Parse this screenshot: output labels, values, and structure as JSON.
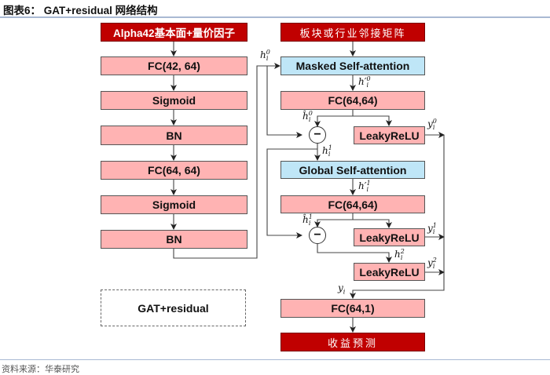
{
  "header": {
    "title": "图表6：  GAT+residual 网络结构"
  },
  "footer": {
    "source": "资料来源：华泰研究"
  },
  "left_column": {
    "input": "Alpha42基本面+量价因子",
    "layers": [
      "FC(42, 64)",
      "Sigmoid",
      "BN",
      "FC(64, 64)",
      "Sigmoid",
      "BN"
    ],
    "legend": "GAT+residual"
  },
  "right_column": {
    "input": "板块或行业邻接矩阵",
    "masked_attention": "Masked Self-attention",
    "fc1": "FC(64,64)",
    "leaky1": "LeakyReLU",
    "global_attention": "Global Self-attention",
    "fc2": "FC(64,64)",
    "leaky2": "LeakyReLU",
    "leaky3": "LeakyReLU",
    "fc_out": "FC(64,1)",
    "output": "收益预测",
    "minus_symbol": "−"
  },
  "labels": {
    "h0": {
      "base": "h",
      "sup": "0",
      "sub": "i"
    },
    "hp0": {
      "base": "h′",
      "sup": "0",
      "sub": "i"
    },
    "hhat0": {
      "base": "ĥ",
      "sup": "0",
      "sub": "i"
    },
    "y0": {
      "base": "y",
      "sup": "0",
      "sub": "i"
    },
    "h1": {
      "base": "h",
      "sup": "1",
      "sub": "i"
    },
    "hp1": {
      "base": "h′",
      "sup": "1",
      "sub": "i"
    },
    "hhat1": {
      "base": "ĥ",
      "sup": "1",
      "sub": "i"
    },
    "y1": {
      "base": "y",
      "sup": "1",
      "sub": "i"
    },
    "h2": {
      "base": "h",
      "sup": "2",
      "sub": "i"
    },
    "y2": {
      "base": "y",
      "sup": "2",
      "sub": "i"
    },
    "y": {
      "base": "y",
      "sup": "",
      "sub": "i"
    }
  },
  "colors": {
    "input_red": "#c00000",
    "layer_pink": "#ffb3b3",
    "attention_blue": "#bfe6f7",
    "rule": "#a9b9d3"
  }
}
